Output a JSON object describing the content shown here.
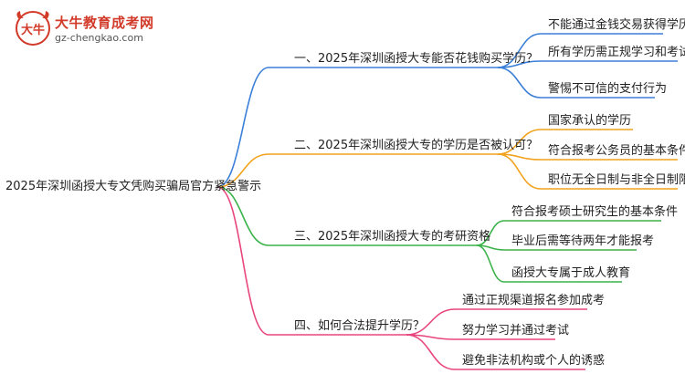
{
  "logo": {
    "title": "大牛教育成考网",
    "url": "gz-chengkao.com",
    "mark_text": "大牛"
  },
  "root": {
    "label": "2025年深圳函授大专文凭购买骗局官方紧急警示"
  },
  "branches": [
    {
      "label": "一、2025年深圳函授大专能否花钱购买学历？",
      "color": "#3a7fd8",
      "leaves": [
        "不能通过金钱交易获得学历",
        "所有学历需正规学习和考试",
        "警惕不可信的支付行为"
      ]
    },
    {
      "label": "二、2025年深圳函授大专的学历是否被认可？",
      "color": "#f2a21c",
      "leaves": [
        "国家承认的学历",
        "符合报考公务员的基本条件",
        "职位无全日制与非全日制限制"
      ]
    },
    {
      "label": "三、2025年深圳函授大专的考研资格",
      "color": "#3bb24a",
      "leaves": [
        "符合报考硕士研究生的基本条件",
        "毕业后需等待两年才能报考",
        "函授大专属于成人教育"
      ]
    },
    {
      "label": "四、如何合法提升学历？",
      "color": "#e8457e",
      "leaves": [
        "通过正规渠道报名参加成考",
        "努力学习并通过考试",
        "避免非法机构或个人的诱惑"
      ]
    }
  ]
}
